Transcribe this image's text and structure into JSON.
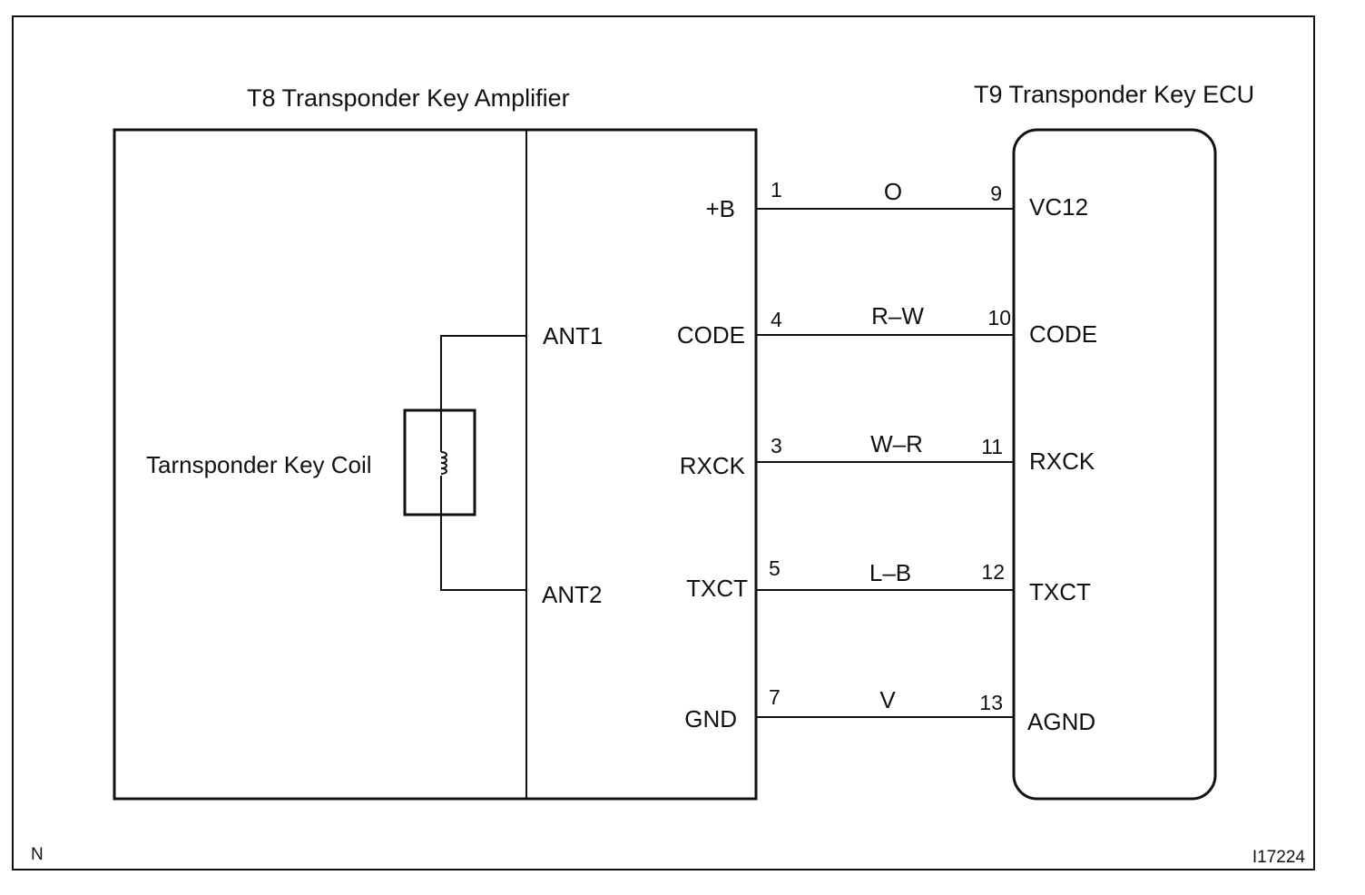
{
  "amplifier": {
    "title": "T8 Transponder Key Amplifier",
    "coil_label": "Tarnsponder Key Coil",
    "ant1": "ANT1",
    "ant2": "ANT2"
  },
  "ecu": {
    "title": "T9 Transponder Key ECU"
  },
  "wires": [
    {
      "amp_terminal": "+B",
      "amp_pin": "1",
      "color": "O",
      "ecu_pin": "9",
      "ecu_terminal": "VC12"
    },
    {
      "amp_terminal": "CODE",
      "amp_pin": "4",
      "color": "R–W",
      "ecu_pin": "10",
      "ecu_terminal": "CODE"
    },
    {
      "amp_terminal": "RXCK",
      "amp_pin": "3",
      "color": "W–R",
      "ecu_pin": "11",
      "ecu_terminal": "RXCK"
    },
    {
      "amp_terminal": "TXCT",
      "amp_pin": "5",
      "color": "L–B",
      "ecu_pin": "12",
      "ecu_terminal": "TXCT"
    },
    {
      "amp_terminal": "GND",
      "amp_pin": "7",
      "color": "V",
      "ecu_pin": "13",
      "ecu_terminal": "AGND"
    }
  ],
  "footer": {
    "left_mark": "N",
    "figure_id": "I17224"
  }
}
